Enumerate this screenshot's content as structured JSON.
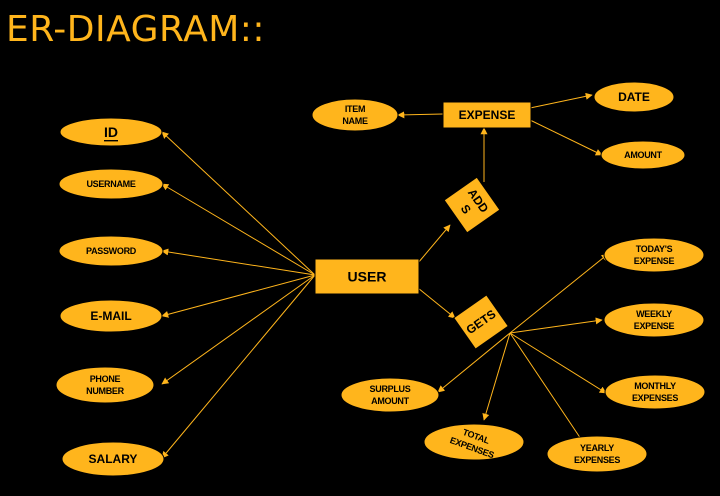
{
  "title": "ER-DIAGRAM::",
  "colors": {
    "background": "#000000",
    "shape": "#FFB51C",
    "text": "#000000",
    "line": "#FFB51C"
  },
  "entities": {
    "user": "USER",
    "expense": "EXPENSE"
  },
  "relationships": {
    "adds": [
      "ADD",
      "S"
    ],
    "gets": [
      "GETS"
    ]
  },
  "attributes": {
    "id": [
      "ID"
    ],
    "username": [
      "USERNAME"
    ],
    "password": [
      "PASSWORD"
    ],
    "email": [
      "E-MAIL"
    ],
    "phone": [
      "PHONE",
      "NUMBER"
    ],
    "salary": [
      "SALARY"
    ],
    "item_name": [
      "ITEM",
      "NAME"
    ],
    "date": [
      "DATE"
    ],
    "amount": [
      "AMOUNT"
    ],
    "todays_expense": [
      "TODAY'S",
      "EXPENSE"
    ],
    "weekly_expense": [
      "WEEKLY",
      "EXPENSE"
    ],
    "monthly_expenses": [
      "MONTHLY",
      "EXPENSES"
    ],
    "yearly_expenses": [
      "YEARLY",
      "EXPENSES"
    ],
    "total_expenses": [
      "TOTAL",
      "EXPENSES"
    ],
    "surplus_amount": [
      "SURPLUS",
      "AMOUNT"
    ]
  }
}
